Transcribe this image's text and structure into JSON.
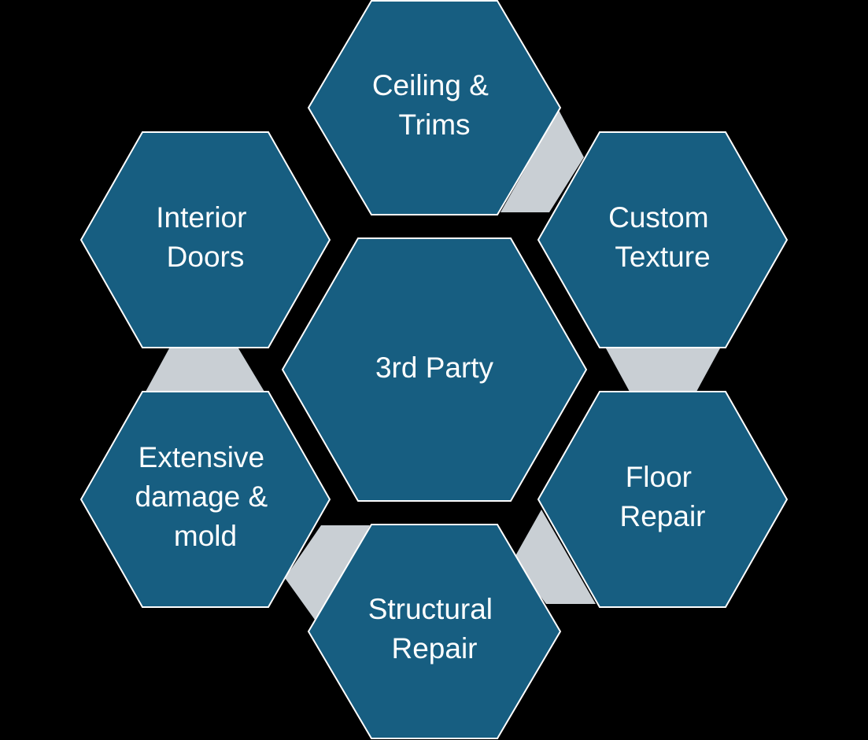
{
  "colors": {
    "background": "#000000",
    "hexagon_fill": "#175E81",
    "hexagon_stroke": "#FFFFFF",
    "connector_fill": "#C9CFD4",
    "label_color": "#FFFFFF"
  },
  "diagram": {
    "center": {
      "lines": [
        "3rd Party"
      ]
    },
    "nodes": [
      {
        "id": "ceiling",
        "lines": [
          "Ceiling &",
          "Trims"
        ]
      },
      {
        "id": "custom",
        "lines": [
          "Custom",
          "Texture"
        ]
      },
      {
        "id": "floor",
        "lines": [
          "Floor",
          "Repair"
        ]
      },
      {
        "id": "structural",
        "lines": [
          "Structural",
          "Repair"
        ]
      },
      {
        "id": "extensive",
        "lines": [
          "Extensive",
          "damage &",
          "mold"
        ]
      },
      {
        "id": "interior",
        "lines": [
          "Interior",
          "Doors"
        ]
      }
    ]
  }
}
